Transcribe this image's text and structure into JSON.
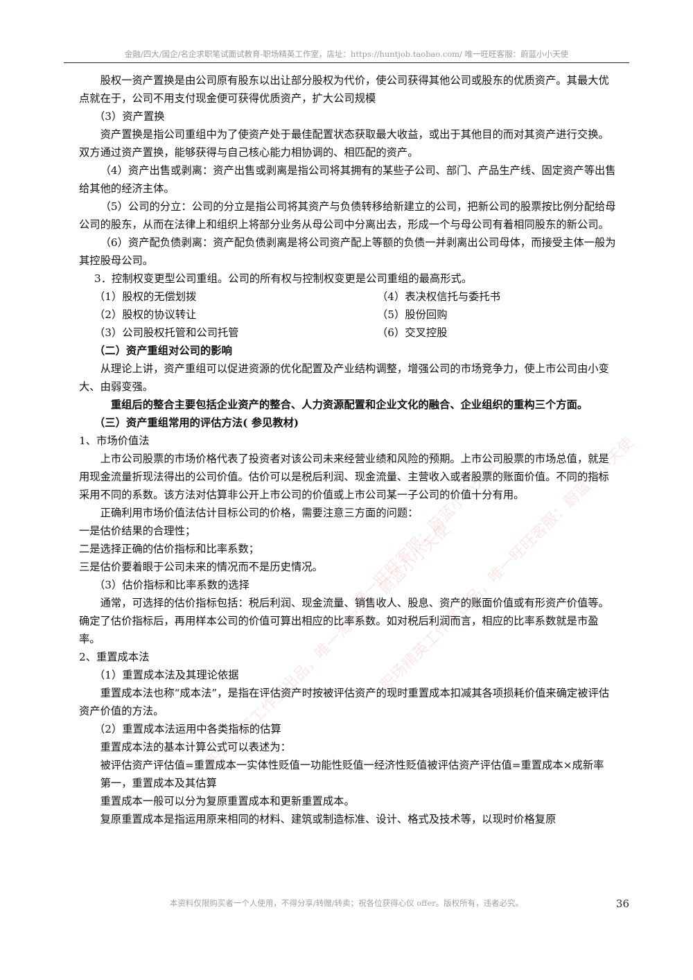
{
  "header": "金融/四大/国企/名企求职笔试面试教育-职场精英工作室，店址：https://huntjob.taobao.com/   唯一旺旺客服：蔚蓝小小天使",
  "paragraphs": [
    "股权一资产置换是由公司原有股东以出让部分股权为代价，使公司获得其他公司或股东的优质资产。其最大优点就在于，公司不用支付现金便可获得优质资产，扩大公司规模",
    "（3）资产置换",
    "资产置换是指公司重组中为了使资产处于最佳配置状态获取最大收益，或出于其他目的而对其资产进行交换。双方通过资产置换，能够获得与自己核心能力相协调的、相匹配的资产。",
    "（4）资产出售或剥离：资产出售或剥离是指公司将其拥有的某些子公司、部门、产品生产线、固定资产等出售给其他的经济主体。",
    "（5）公司的分立：公司的分立是指公司将其资产与负债转移给新建立的公司，把新公司的股票按比例分配给母公司的股东，从而在法律上和组织上将部分业务从母公司中分离出去，形成一个与母公司有着相同股东的新公司。",
    "（6）资产配负债剥离：资产配负债剥离是将公司资产配上等额的负债一并剥离出公司母体，而接受主体一般为其控股母公司。",
    "3．控制权变更型公司重组。公司的所有权与控制权变更是公司重组的最高形式。"
  ],
  "list_items": [
    [
      "（1）股权的无偿划拨",
      "（4）表决权信托与委托书"
    ],
    [
      "（2）股权的协议转让",
      "（5）股份回购"
    ],
    [
      "（3）公司股权托管和公司托管",
      "（6）交叉控股"
    ]
  ],
  "paragraphs2": [
    "（二）资产重组对公司的影响",
    "从理论上讲，资产重组可以促进资源的优化配置及产业结构调整，增强公司的市场竞争力，使上市公司由小变大、由弱变强。",
    "重组后的整合主要包括企业资产的整合、人力资源配置和企业文化的融合、企业组织的重构三个方面。",
    "（三）资产重组常用的评估方法( 参见教材)",
    "1、市场价值法",
    "上市公司股票的市场价格代表了投资者对该公司未来经营业绩和风险的预期。上市公司股票的市场总值，就是用现金流量折现法得出的公司价值。估价可以是税后利润、现金流量、主营收入或者股票的账面价值。不同的指标采用不同的系数。该方法对估算非公开上市公司的价值或上市公司某一子公司的价值十分有用。",
    "正确利用市场价值法估计目标公司的价格，需要注意三方面的问题：",
    "一是估价结果的合理性；",
    "二是选择正确的估价指标和比率系数；",
    "三是估价要着眼于公司未来的情况而不是历史情况。",
    "（3）估价指标和比率系数的选择",
    "通常，可选择的估价指标包括：税后利润、现金流量、销售收人、股息、资产的账面价值或有形资产价值等。确定了估价指标后，再用样本公司的价值可算出相应的比率系数。如对税后利润而言，相应的比率系数就是市盈率。",
    "2、重置成本法",
    "（1）重置成本法及其理论依据",
    "重置成本法也称“成本法”，是指在评估资产时按被评估资产的现时重置成本扣减其各项损耗价值来确定被评估资产价值的方法。",
    "（2）重置成本法运用中各类指标的估算",
    "重置成本法的基本计算公式可以表述为：",
    "被评估资产评估值=重置成本一实体性贬值一功能性贬值一经济性贬值被评估资产评估值=重置成本×成新率",
    "第一，重置成本及其估算",
    "重置成本一般可以分为复原重置成本和更新重置成本。",
    "复原重置成本是指运用原来相同的材料、建筑或制造标准、设计、格式及技术等，以现时价格复原"
  ],
  "footer": "本资料仅限购买者一个人使用，不得分享/转赠/转卖；祝各位获得心仪 offer。版权所有，违者必究。",
  "page_number": "36",
  "watermarks": [
    "职场精英工作室出品，唯一淘宝店：蔚蓝小小天使",
    "唯一旺旺客服：蔚蓝小小天使",
    "职场精英工作室出品，唯一旺旺客服：蔚蓝小小天使"
  ]
}
